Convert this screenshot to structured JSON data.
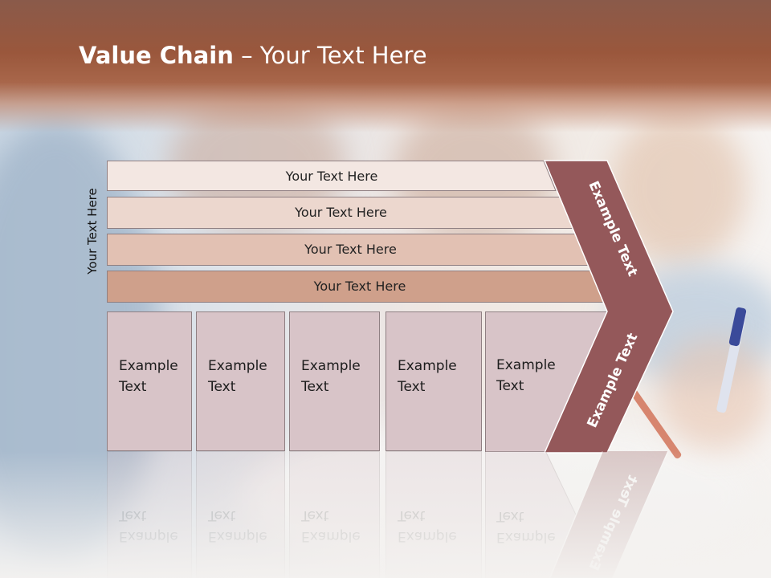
{
  "title": {
    "bold": "Value Chain",
    "rest": " – Your Text Here"
  },
  "side_label": "Your Text Here",
  "rows": [
    {
      "label": "Your Text Here",
      "color": "#f3e7e2"
    },
    {
      "label": "Your Text Here",
      "color": "#ecd7ce"
    },
    {
      "label": "Your Text Here",
      "color": "#e2c1b3"
    },
    {
      "label": "Your Text Here",
      "color": "#cfa08b"
    }
  ],
  "columns": [
    {
      "line1": "Example",
      "line2": "Text"
    },
    {
      "line1": "Example",
      "line2": "Text"
    },
    {
      "line1": "Example",
      "line2": "Text"
    },
    {
      "line1": "Example",
      "line2": "Text"
    },
    {
      "line1": "Example",
      "line2": "Text"
    }
  ],
  "chevron": {
    "top_label": "Example Text",
    "bottom_label": "Example Text",
    "color": "#94585a"
  }
}
